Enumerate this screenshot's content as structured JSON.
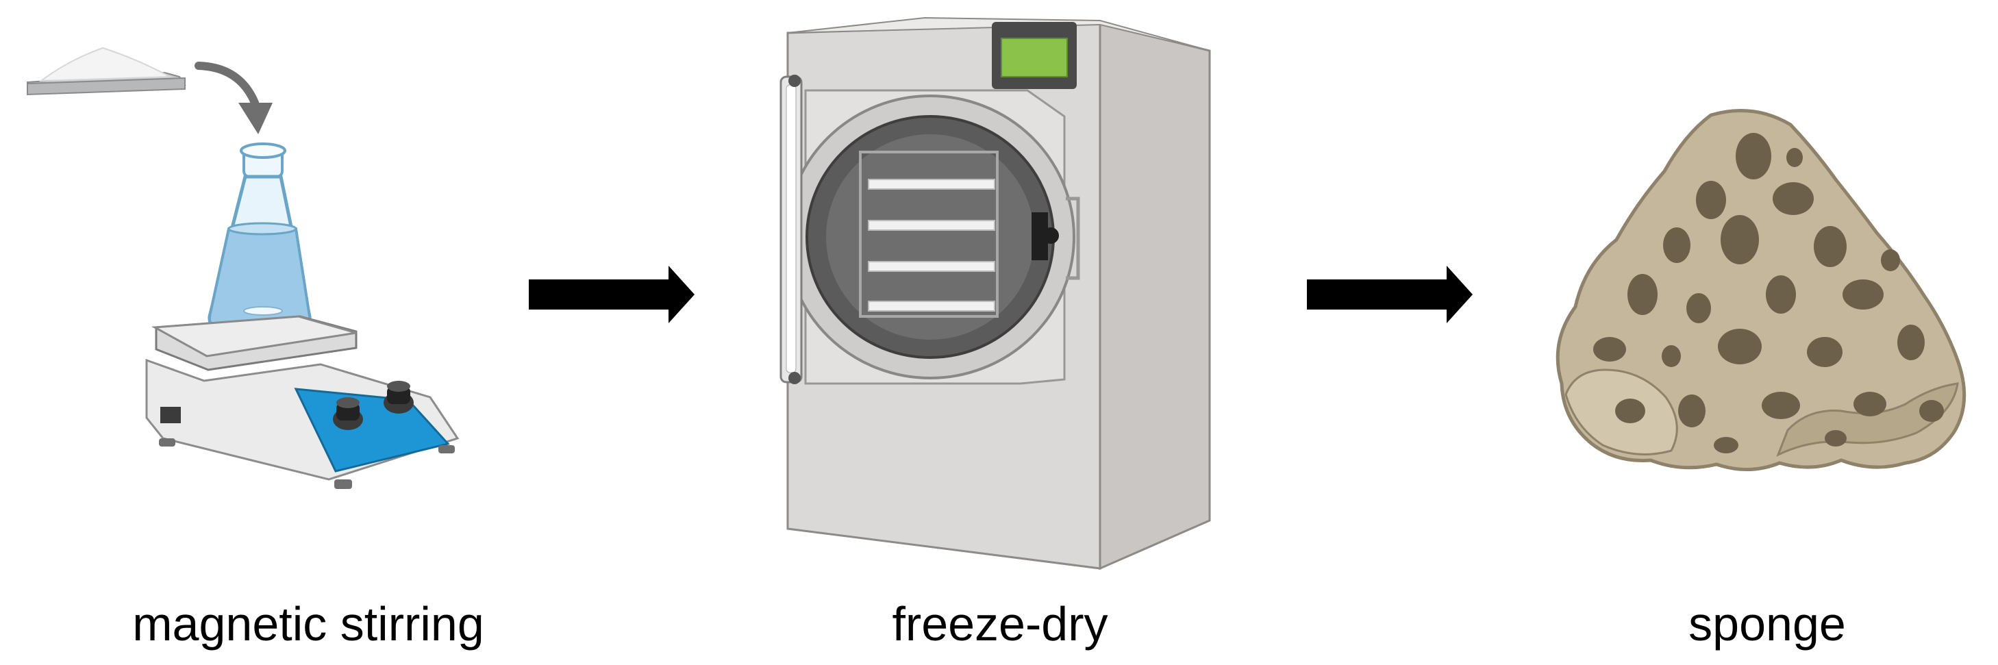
{
  "steps": [
    {
      "id": "stir",
      "label": "magnetic stirring"
    },
    {
      "id": "dry",
      "label": "freeze-dry"
    },
    {
      "id": "sponge",
      "label": "sponge"
    }
  ],
  "icons": {
    "stir": [
      "powder-tray-icon",
      "pour-arrow-icon",
      "erlenmeyer-flask-icon",
      "magnetic-stirrer-icon"
    ],
    "dry": "freeze-dryer-icon",
    "sponge": "porous-sponge-icon",
    "arrows": "right-arrow-icon"
  },
  "colors": {
    "arrow": "#000000",
    "stirrer_panel": "#1E96D6",
    "display": "#8BC34A",
    "dryer_body": "#D3D1CF",
    "sponge": "#C4B79C",
    "liquid": "#9CC9E8"
  }
}
